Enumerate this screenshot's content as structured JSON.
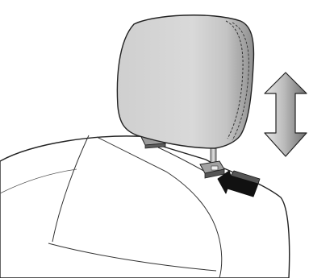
{
  "figure": {
    "subject": "headrest-height-adjustment",
    "elements": [
      {
        "name": "seat-back",
        "color": "#ffffff"
      },
      {
        "name": "headrest",
        "color": "#d3d3d3"
      },
      {
        "name": "headrest-stitching",
        "style": "dashed"
      },
      {
        "name": "left-post"
      },
      {
        "name": "right-post"
      },
      {
        "name": "left-guide-sleeve"
      },
      {
        "name": "release-button"
      },
      {
        "name": "up-down-arrow",
        "meaning": "adjust-height",
        "color": "#b5b5b5"
      },
      {
        "name": "push-arrow",
        "meaning": "press-release-button",
        "color": "#111111"
      }
    ]
  }
}
